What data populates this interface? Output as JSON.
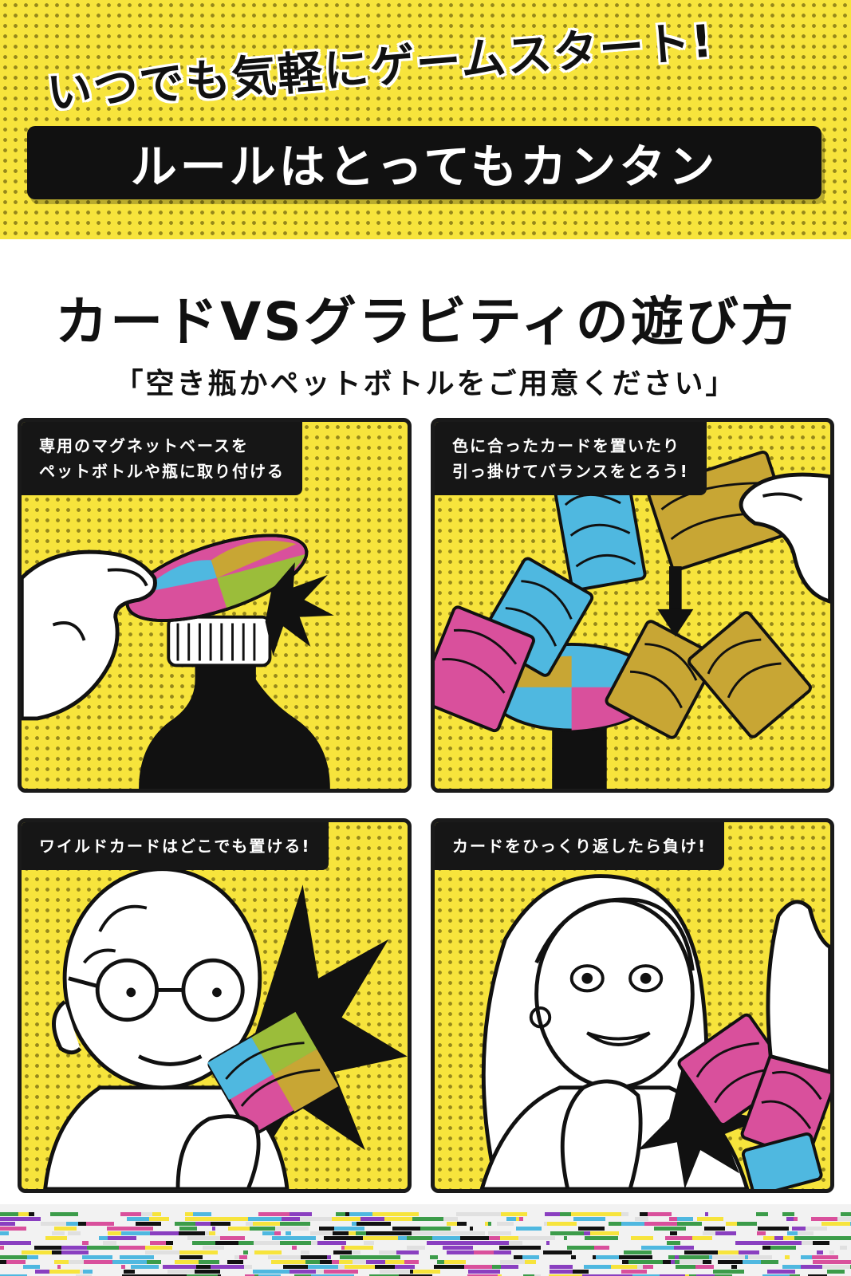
{
  "banner": {
    "headline": "いつでも気軽にゲームスタート!",
    "subline": "ルールはとってもカンタン"
  },
  "section": {
    "title": "カードVSグラビティの遊び方",
    "subtitle": "「空き瓶かペットボトルをご用意ください」"
  },
  "panels": [
    {
      "caption_line1": "専用のマグネットベースを",
      "caption_line2": "ペットボトルや瓶に取り付ける"
    },
    {
      "caption_line1": "色に合ったカードを置いたり",
      "caption_line2": "引っ掛けてバランスをとろう!"
    },
    {
      "caption_line1": "ワイルドカードはどこでも置ける!"
    },
    {
      "caption_line1": "カードをひっくり返したら負け!"
    }
  ],
  "colors": {
    "yellow": "#f7e43c",
    "black": "#111111",
    "card_blue": "#4fb8e0",
    "card_pink": "#d9509c",
    "card_gold": "#c8a634",
    "card_green": "#9bbd3a"
  }
}
